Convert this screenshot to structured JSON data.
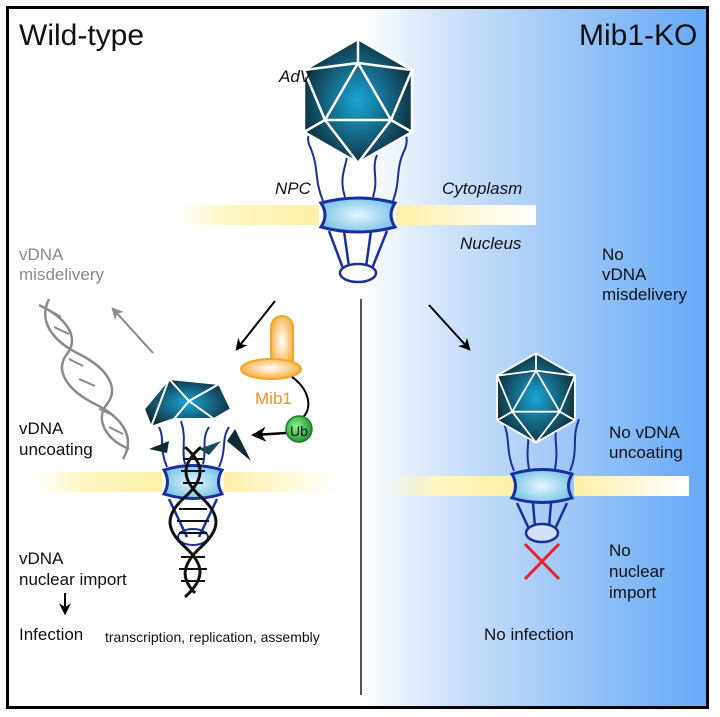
{
  "panels": {
    "left": {
      "title": "Wild-type"
    },
    "right": {
      "title": "Mib1-KO"
    }
  },
  "labels": {
    "virus": "AdV",
    "npc": "NPC",
    "cytoplasm": "Cytoplasm",
    "nucleus": "Nucleus",
    "mib1": "Mib1",
    "ub": "Ub"
  },
  "left_steps": {
    "misdelivery": [
      "vDNA",
      "misdelivery"
    ],
    "uncoating": [
      "vDNA",
      "uncoating"
    ],
    "import": [
      "vDNA",
      "nuclear import"
    ],
    "infection": "Infection",
    "infection_detail": "transcription, replication, assembly"
  },
  "right_steps": {
    "no_misdelivery": [
      "No",
      "vDNA",
      "misdelivery"
    ],
    "no_uncoating": [
      "No vDNA",
      "uncoating"
    ],
    "no_import": [
      "No",
      "nuclear",
      "import"
    ],
    "no_infection": "No infection"
  },
  "colors": {
    "membrane_edge": "#1a2f9e",
    "membrane_fill": "#fdf6c0",
    "npc_fill": "#8fd0f0",
    "virus_dark": "#0f2a36",
    "virus_light": "#1aa7d6",
    "mib1": "#f5a623",
    "ub": "#3cb54a",
    "block_x": "#e8202a",
    "misdelivery_gray": "#8a8a8a"
  }
}
